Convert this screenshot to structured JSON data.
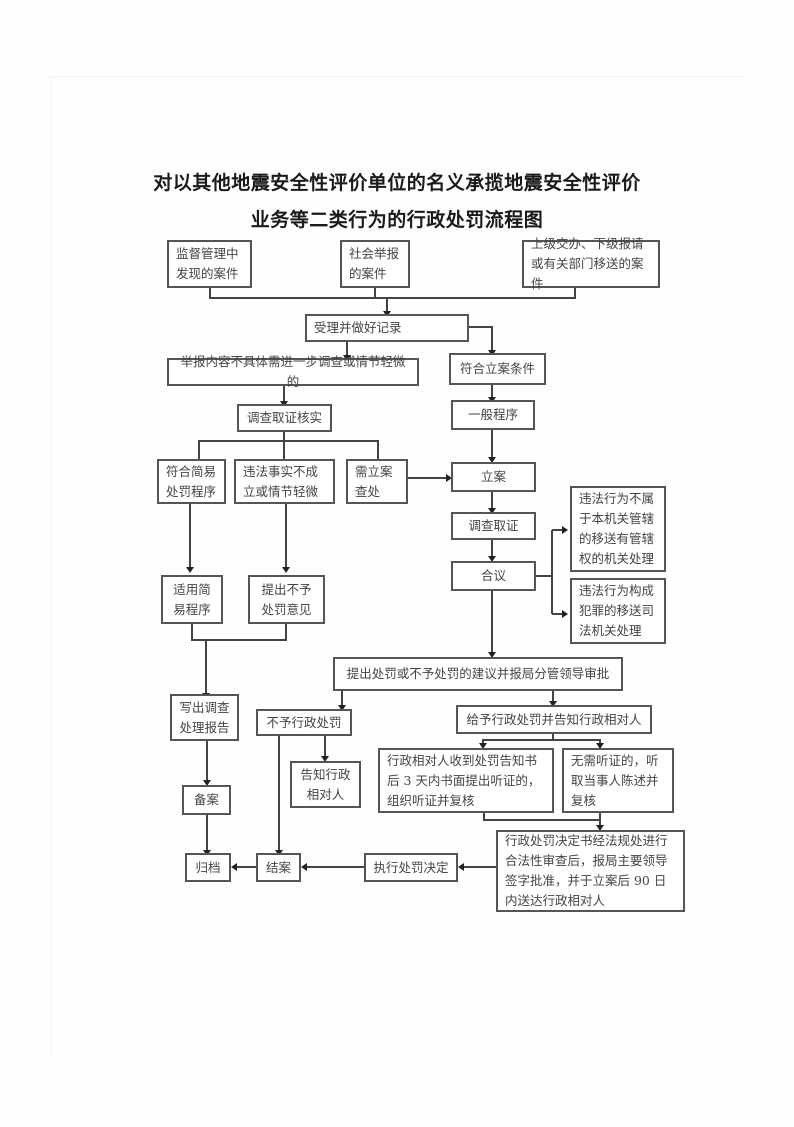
{
  "title": {
    "line1": "对以其他地震安全性评价单位的名义承揽地震安全性评价",
    "line2": "业务等二类行为的行政处罚流程图"
  },
  "nodes": {
    "source_supervision": "监督管理中发现的案件",
    "source_public_report": "社会举报的案件",
    "source_transfer": "上级交办、下级报请或有关部门移送的案件",
    "accept_record": "受理并做好记录",
    "report_vague": "举报内容不具体需进一步调查或情节轻微的",
    "meets_filing": "符合立案条件",
    "verify_investigation": "调查取证核实",
    "general_procedure": "一般程序",
    "simple_procedure_eligible": "符合简易处罚程序",
    "facts_not_established": "违法事实不成立或情节轻微",
    "needs_filing": "需立案查处",
    "file_case": "立案",
    "investigate": "调查取证",
    "deliberation": "合议",
    "transfer_jurisdiction": "违法行为不属于本机关管辖的移送有管辖权的机关处理",
    "transfer_judicial": "违法行为构成犯罪的移送司法机关处理",
    "apply_simple": "适用简易程序",
    "propose_no_penalty": "提出不予处罚意见",
    "propose_approval": "提出处罚或不予处罚的建议并报局分管领导审批",
    "write_report": "写出调查处理报告",
    "no_penalty": "不予行政处罚",
    "give_penalty": "给予行政处罚并告知行政相对人",
    "notify_party": "告知行政相对人",
    "hearing": "行政相对人收到处罚告知书后 3 天内书面提出听证的，组织听证并复核",
    "no_hearing": "无需听证的，听取当事人陈述并复核",
    "file_record": "备案",
    "decision_review": "行政处罚决定书经法规处进行合法性审查后，报局主要领导签字批准，并于立案后 90 日内送达行政相对人",
    "archive": "归档",
    "close_case": "结案",
    "execute_decision": "执行处罚决定"
  }
}
